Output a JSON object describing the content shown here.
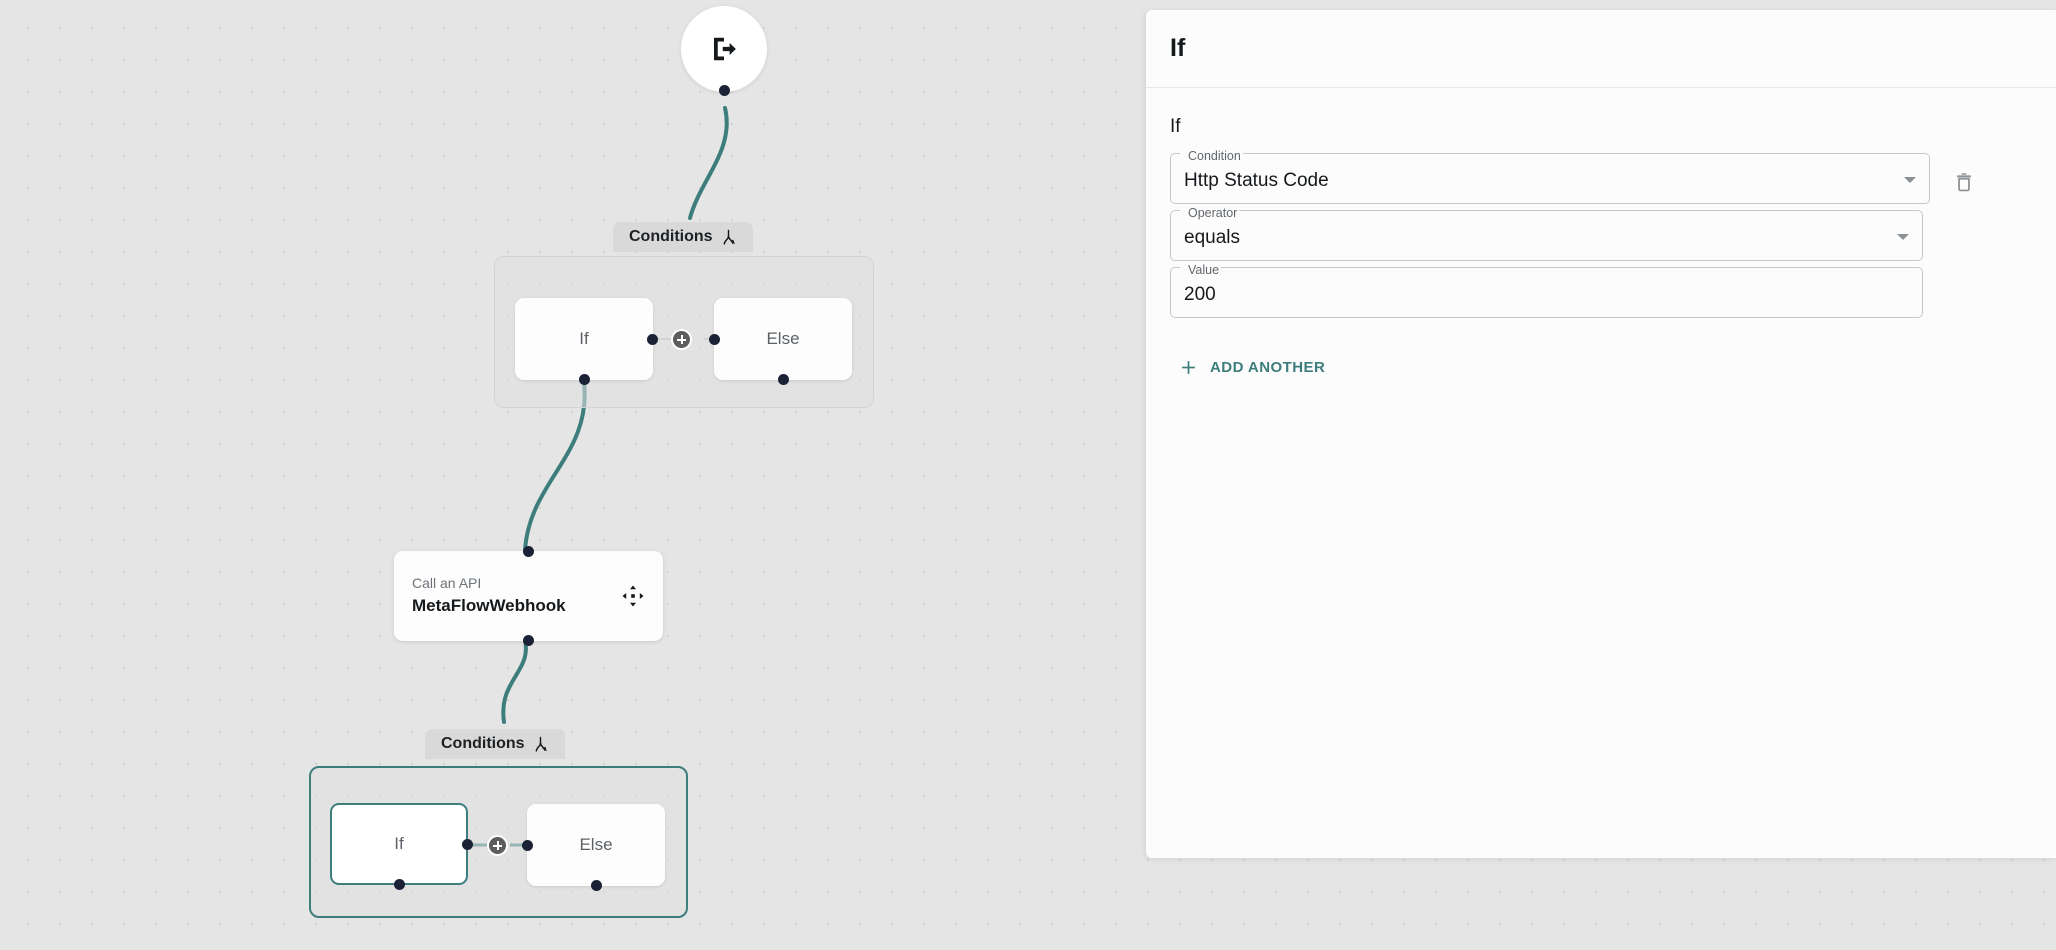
{
  "canvas": {
    "start_node": {
      "icon": "exit-arrow-icon"
    },
    "groups": [
      {
        "label": "Conditions",
        "icon": "branch-split-icon",
        "selected": false,
        "branches": [
          {
            "label": "If",
            "selected": false
          },
          {
            "label": "Else",
            "selected": false
          }
        ]
      },
      {
        "label": "Conditions",
        "icon": "branch-split-icon",
        "selected": true,
        "branches": [
          {
            "label": "If",
            "selected": true
          },
          {
            "label": "Else",
            "selected": false
          }
        ]
      }
    ],
    "action_node": {
      "subtitle": "Call an API",
      "title": "MetaFlowWebhook",
      "icon": "move-handle-icon"
    },
    "edge_color": "#3d7e7d",
    "port_color": "#1b2236",
    "selection_color": "#3d7e7d"
  },
  "panel": {
    "title": "If",
    "section_title": "If",
    "fields": [
      {
        "label": "Condition",
        "value": "Http Status Code",
        "type": "select"
      },
      {
        "label": "Operator",
        "value": "equals",
        "type": "select"
      },
      {
        "label": "Value",
        "value": "200",
        "type": "text"
      }
    ],
    "delete_icon": "trash-icon",
    "add_another_label": "ADD ANOTHER",
    "add_icon": "plus-icon",
    "accent_color": "#3d7e7d"
  }
}
